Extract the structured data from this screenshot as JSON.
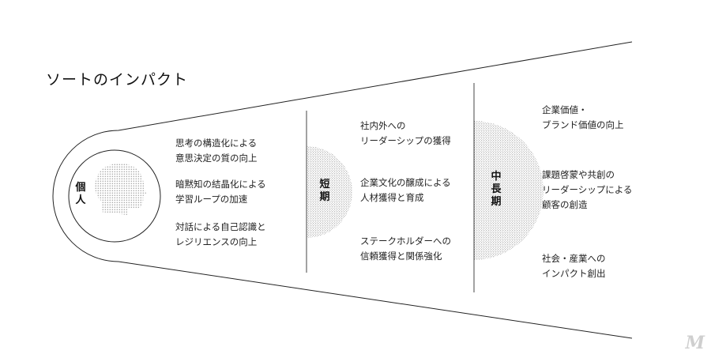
{
  "title": "ソートのインパクト",
  "center_label": [
    "個",
    "人"
  ],
  "individual_items": [
    [
      "思考の構造化による",
      "意思決定の質の向上"
    ],
    [
      "暗黙知の結晶化による",
      "学習ループの加速"
    ],
    [
      "対話による自己認識と",
      "レジリエンスの向上"
    ]
  ],
  "short_term": {
    "label": [
      "短",
      "期"
    ],
    "items": [
      [
        "社内外への",
        "リーダーシップの獲得"
      ],
      [
        "企業文化の醸成による",
        "人材獲得と育成"
      ],
      [
        "ステークホルダーへの",
        "信頼獲得と関係強化"
      ]
    ]
  },
  "mid_long_term": {
    "label": [
      "中",
      "長",
      "期"
    ],
    "items": [
      [
        "企業価値・",
        "ブランド価値の向上"
      ],
      [
        "課題啓蒙や共創の",
        "リーダーシップによる",
        "顧客の創造"
      ],
      [
        "社会・産業への",
        "インパクト創出"
      ]
    ]
  },
  "logo_text": "M"
}
